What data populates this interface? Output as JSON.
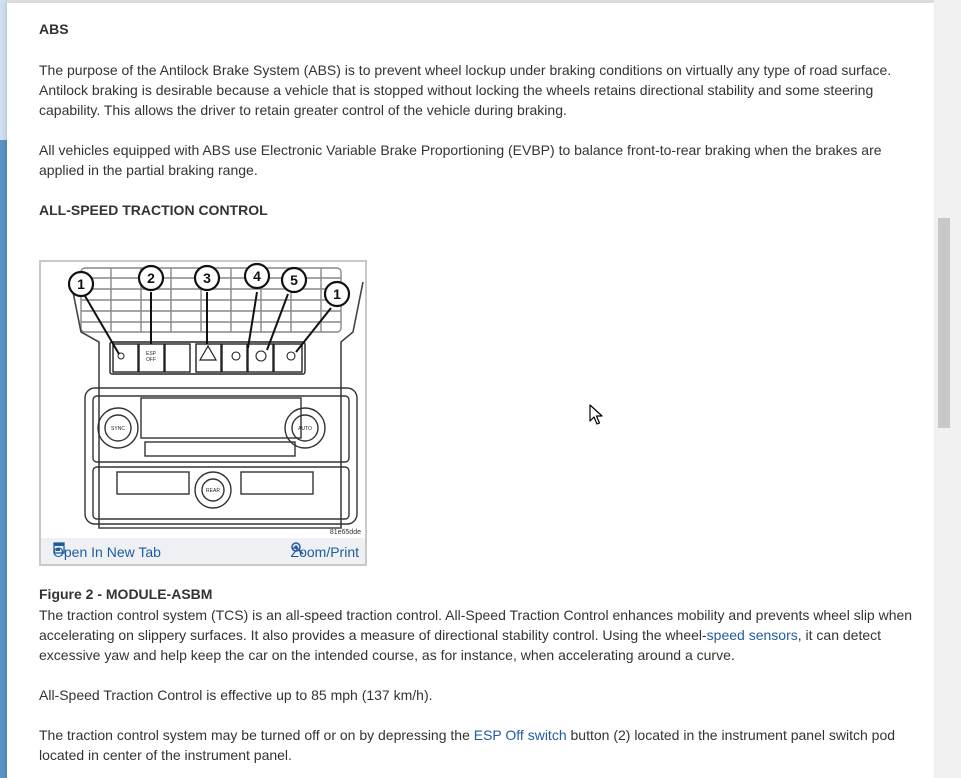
{
  "section1": {
    "heading": "ABS",
    "para1": "The purpose of the Antilock Brake System (ABS) is to prevent wheel lockup under braking conditions on virtually any type of road surface. Antilock braking is desirable because a vehicle that is stopped without locking the wheels retains directional stability and some steering capability. This allows the driver to retain greater control of the vehicle during braking.",
    "para2": "All vehicles equipped with ABS use Electronic Variable Brake Proportioning (EVBP) to balance front-to-rear braking when the brakes are applied in the partial braking range."
  },
  "section2": {
    "heading": "ALL-SPEED TRACTION CONTROL"
  },
  "figure": {
    "callouts": [
      "1",
      "2",
      "3",
      "4",
      "5",
      "1"
    ],
    "button_labels": {
      "esp_top": "ESP",
      "esp_bottom": "OFF"
    },
    "control_labels": {
      "sync": "SYNC",
      "auto": "AUTO",
      "rear": "REAR"
    },
    "image_code": "81e65dde",
    "open_label": "Open In New Tab",
    "zoom_label": "Zoom/Print",
    "caption": "Figure 2 - MODULE-ASBM"
  },
  "tcs": {
    "para1_before": "The traction control system (TCS) is an all-speed traction control. All-Speed Traction Control enhances mobility and prevents wheel slip when accelerating on slippery surfaces. It also provides a measure of directional stability control. Using the wheel-",
    "para1_link": "speed sensors",
    "para1_after": ", it can detect excessive yaw and help keep the car on the intended course, as for instance, when accelerating around a curve.",
    "para2": "All-Speed Traction Control is effective up to 85 mph (137 km/h).",
    "para3_before": "The traction control system may be turned off or on by depressing the ",
    "para3_link": "ESP Off switch",
    "para3_after": " button (2) located in the instrument panel switch pod located in center of the instrument panel."
  },
  "colors": {
    "link": "#1f5c9e",
    "text": "#333333",
    "accent_strip": "#5a93c9"
  }
}
